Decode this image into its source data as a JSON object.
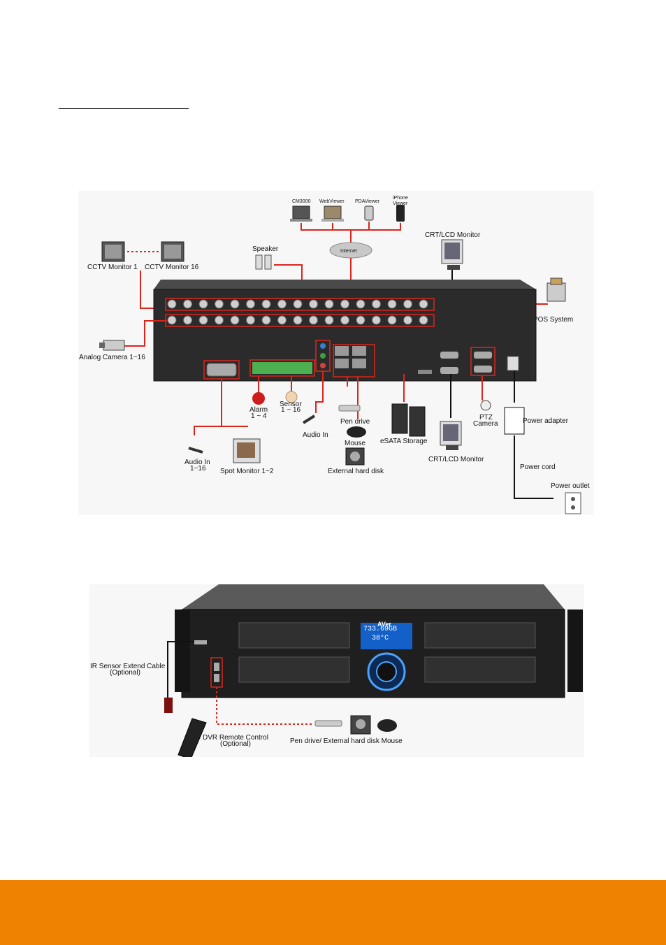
{
  "colors": {
    "footer": "#ef8200",
    "wire": "#d9261c",
    "chassis": "#2b2b2b"
  },
  "diagram_rear": {
    "labels": {
      "cm3000": "CM3000",
      "webviewer": "WebViewer",
      "pdaviewer": "PDAViewer",
      "iphone_1": "iPhone",
      "iphone_2": "Viewer",
      "internet": "Internet",
      "crt_top": "CRT/LCD Monitor",
      "speaker": "Speaker",
      "cctv1": "CCTV Monitor 1",
      "cctv16": "CCTV Monitor 16",
      "pos": "POS System",
      "analog_camera": "Analog Camera 1~16",
      "alarm_1": "Alarm",
      "alarm_2": "1 ~ 4",
      "sensor_1": "Sensor",
      "sensor_2": "1 ~ 16",
      "pen_drive": "Pen drive",
      "ptz_1": "PTZ",
      "ptz_2": "Camera",
      "power_adapter": "Power adapter",
      "esata": "eSATA Storage",
      "audio_in": "Audio In",
      "mouse": "Mouse",
      "crt_bottom": "CRT/LCD Monitor",
      "power_cord": "Power cord",
      "audio_in16_1": "Audio In",
      "audio_in16_2": "1~16",
      "spot_monitor": "Spot Monitor 1~2",
      "ext_hdd": "External hard disk",
      "power_outlet": "Power outlet"
    }
  },
  "diagram_front": {
    "labels": {
      "ir_1": "IR Sensor Extend Cable",
      "ir_2": "(Optional)",
      "remote_1": "DVR Remote Control",
      "remote_2": "(Optional)",
      "usb_devices": "Pen drive/ External hard disk Mouse",
      "lcd_line1": "733.69GB",
      "lcd_line2": "38°C",
      "brand": "AVer"
    }
  }
}
